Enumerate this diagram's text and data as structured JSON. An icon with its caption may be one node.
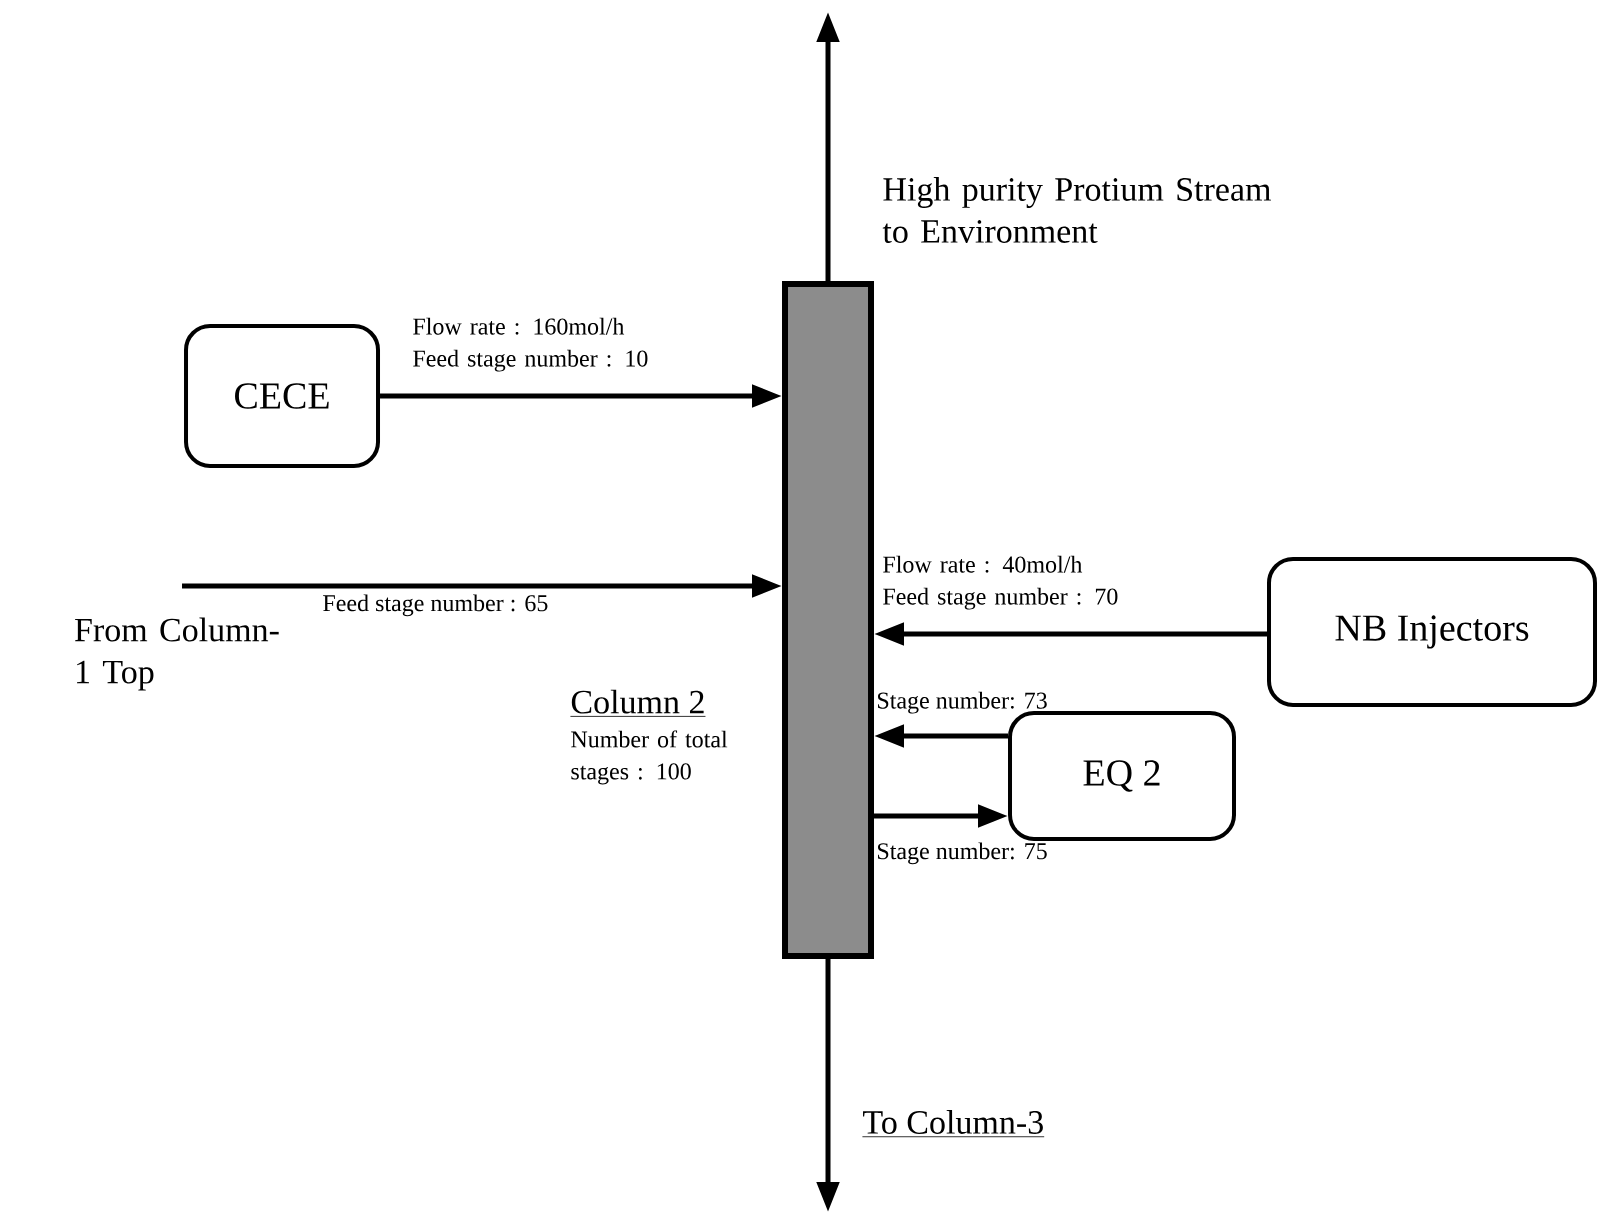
{
  "diagram": {
    "nodes": [
      {
        "text": [
          "CECE"
        ]
      },
      {
        "text": [
          "Column 2",
          "Number of total stages : 100"
        ]
      },
      {
        "text": [
          "NB Injectors"
        ]
      },
      {
        "text": [
          "EQ 2"
        ]
      },
      {
        "text": [
          "From Column-1 Top"
        ]
      }
    ],
    "edges": [
      {
        "from": 0,
        "to": 1,
        "arrow": "to",
        "label": "Flow rate : 160mol/h Feed stage number : 10"
      },
      {
        "from": 4,
        "to": 1,
        "arrow": "to",
        "label": "Feed stage number : 65"
      },
      {
        "from": 2,
        "to": 1,
        "arrow": "to",
        "label": "Flow rate : 40mol/h Feed stage number : 70"
      },
      {
        "from": 3,
        "to": 1,
        "arrow": "to",
        "label": "Stage number: 73"
      },
      {
        "from": 1,
        "to": 3,
        "arrow": "to",
        "label": "Stage number: 75"
      },
      {
        "from": 1,
        "to": null,
        "arrow": "to",
        "label": "High purity Protium Stream to Environment"
      },
      {
        "from": 1,
        "to": null,
        "arrow": "to",
        "label": "To Column-3"
      }
    ]
  }
}
